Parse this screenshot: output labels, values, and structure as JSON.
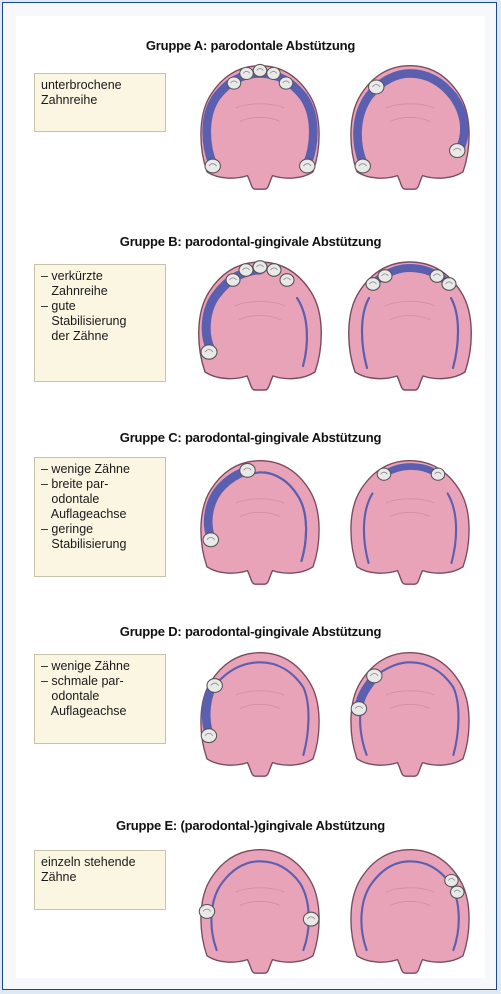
{
  "groups": [
    {
      "title": "Gruppe A: parodontale Abstützung",
      "note": [
        "unterbrochene",
        "Zahnreihe"
      ]
    },
    {
      "title": "Gruppe B: parodontal-gingivale Abstützung",
      "note": [
        "– verkürzte",
        "   Zahnreihe",
        "– gute",
        "   Stabilisierung",
        "   der Zähne"
      ]
    },
    {
      "title": "Gruppe C: parodontal-gingivale Abstützung",
      "note": [
        "– wenige Zähne",
        "– breite par-",
        "   odontale",
        "   Auflageachse",
        "– geringe",
        "   Stabilisierung"
      ]
    },
    {
      "title": "Gruppe D: parodontal-gingivale Abstützung",
      "note": [
        "– wenige Zähne",
        "– schmale par-",
        "   odontale",
        "   Auflageachse"
      ]
    },
    {
      "title": "Gruppe E: (parodontal-)gingivale Abstützung",
      "note": [
        "einzeln stehende",
        "Zähne"
      ]
    }
  ],
  "colors": {
    "palate": "#e8a3b8",
    "palate_edge": "#7a4a5e",
    "clasp": "#5b5fb0",
    "tooth": "#e9e9e9",
    "note_bg": "#fbf6e2"
  }
}
